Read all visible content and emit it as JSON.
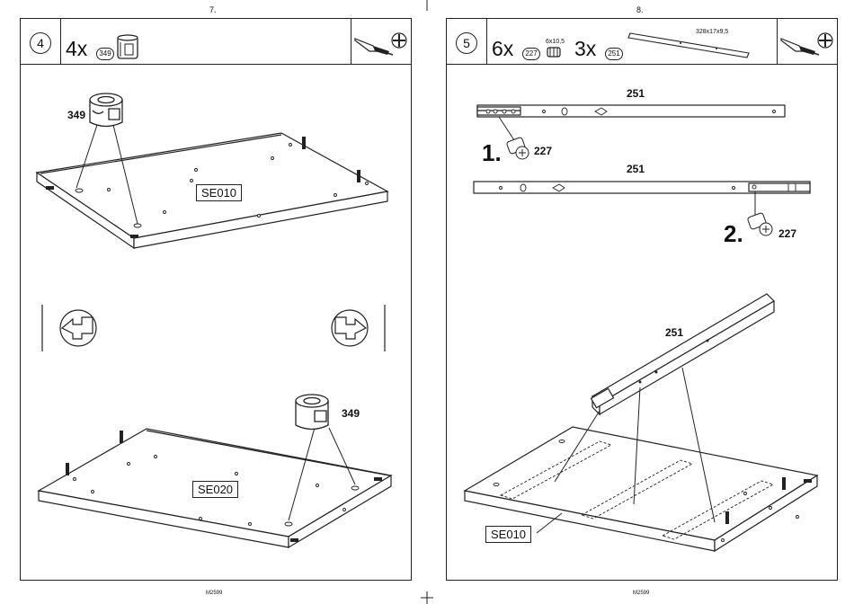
{
  "left_page": {
    "page_number": "7.",
    "step": "4",
    "quantity": "4x",
    "part_code": "349",
    "part_label": "349",
    "panel_top_label": "SE010",
    "panel_bottom_label": "SE020",
    "part_label_bottom": "349",
    "footer": "M2599"
  },
  "right_page": {
    "page_number": "8.",
    "step": "5",
    "quantity_a": "6x",
    "part_a_code": "227",
    "part_a_size": "6x10,5",
    "quantity_b": "3x",
    "part_b_code": "251",
    "part_b_size": "328x17x9,5",
    "rail_label_1": "251",
    "rail_label_2": "251",
    "step_1": "1.",
    "screw_label_1": "227",
    "step_2": "2.",
    "screw_label_2": "227",
    "rail_label_3": "251",
    "panel_label": "SE010",
    "footer": "M2599"
  },
  "icons": [
    "screwdriver-icon",
    "phillips-head-icon",
    "cam-lock-icon",
    "screw-icon",
    "rail-icon",
    "flip-left-icon",
    "flip-right-icon"
  ]
}
